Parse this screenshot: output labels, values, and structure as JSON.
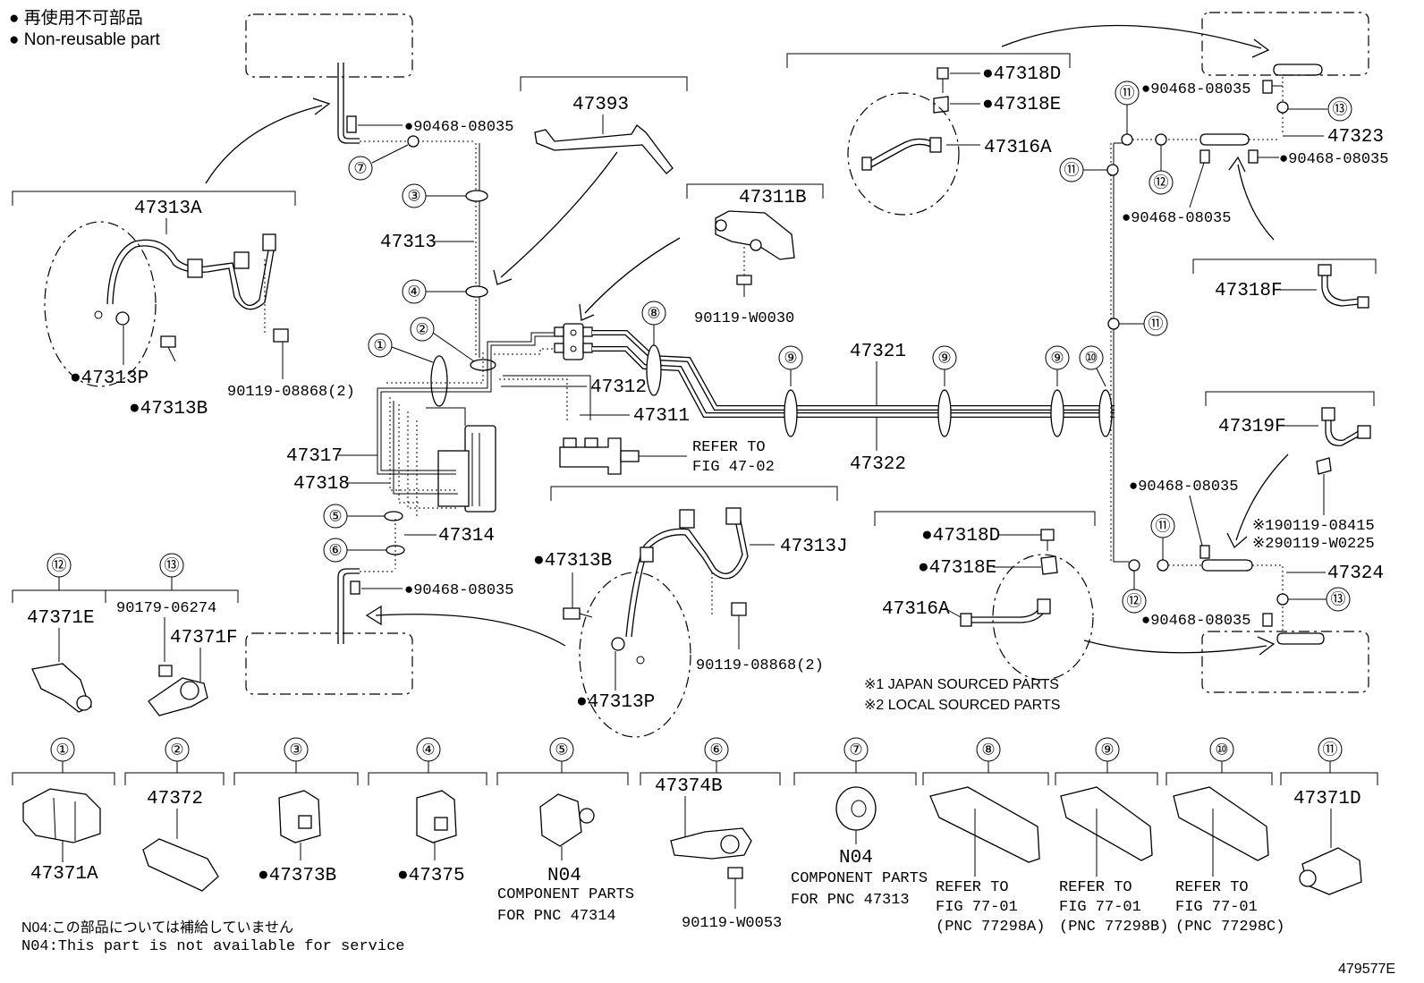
{
  "legend": {
    "line_jp": "● 再使用不可部品",
    "line_en": "● Non-reusable part"
  },
  "callouts": {
    "c1": "①",
    "c2": "②",
    "c3": "③",
    "c4": "④",
    "c5": "⑤",
    "c6": "⑥",
    "c7": "⑦",
    "c8": "⑧",
    "c9": "⑨",
    "c10": "⑩",
    "c11": "⑪",
    "c12": "⑫",
    "c13": "⑬"
  },
  "labels": {
    "p47313A": "47313A",
    "p47313P_a": "●47313P",
    "p47313B_a": "●47313B",
    "p90119_08868_a": "90119-08868(2)",
    "p90468_a": "●90468-08035",
    "p47313": "47313",
    "p47393": "47393",
    "p47311B": "47311B",
    "p90119_W0030": "90119-W0030",
    "p47312": "47312",
    "p47311": "47311",
    "refer_4702_a": "REFER TO",
    "refer_4702_b": "FIG 47-02",
    "p47317": "47317",
    "p47318": "47318",
    "p47314": "47314",
    "p90468_b": "●90468-08035",
    "p47313B_b": "●47313B",
    "p47313J": "47313J",
    "p90119_08868_b": "90119-08868(2)",
    "p47313P_b": "●47313P",
    "p47321": "47321",
    "p47322": "47322",
    "p47318D_a": "●47318D",
    "p47318E_a": "●47318E",
    "p47316A_a": "47316A",
    "p47318D_b": "●47318D",
    "p47318E_b": "●47318E",
    "p47316A_b": "47316A",
    "note_jp": "※1 JAPAN SOURCED PARTS",
    "note_local": "※2 LOCAL SOURCED PARTS",
    "p90468_c": "●90468-08035",
    "p47323": "47323",
    "p90468_d": "●90468-08035",
    "p90468_e": "●90468-08035",
    "p47318F": "47318F",
    "p47319F": "47319F",
    "p90468_f": "●90468-08035",
    "p90119_08415": "※190119-08415",
    "p90119_W0225": "※290119-W0225",
    "p47324": "47324",
    "p90468_g": "●90468-08035",
    "p47371E": "47371E",
    "p90179_06274": "90179-06274",
    "p47371F": "47371F",
    "p47371A": "47371A",
    "p47372": "47372",
    "p47373B": "●47373B",
    "p47375": "●47375",
    "n04_a": "N04",
    "n04_a_1": "COMPONENT PARTS",
    "n04_a_2": "FOR PNC 47314",
    "p47374B": "47374B",
    "p90119_W0053": "90119-W0053",
    "n04_b": "N04",
    "n04_b_1": "COMPONENT PARTS",
    "n04_b_2": "FOR PNC 47313",
    "ref8_1": "REFER TO",
    "ref8_2": "FIG 77-01",
    "ref8_3": "(PNC 77298A)",
    "ref9_1": "REFER TO",
    "ref9_2": "FIG 77-01",
    "ref9_3": "(PNC 77298B)",
    "ref10_1": "REFER TO",
    "ref10_2": "FIG 77-01",
    "ref10_3": "(PNC 77298C)",
    "p47371D": "47371D",
    "foot_jp": "N04:この部品については補給していません",
    "foot_en": "N04:This part is not available for service",
    "fig_id": "479577E"
  }
}
